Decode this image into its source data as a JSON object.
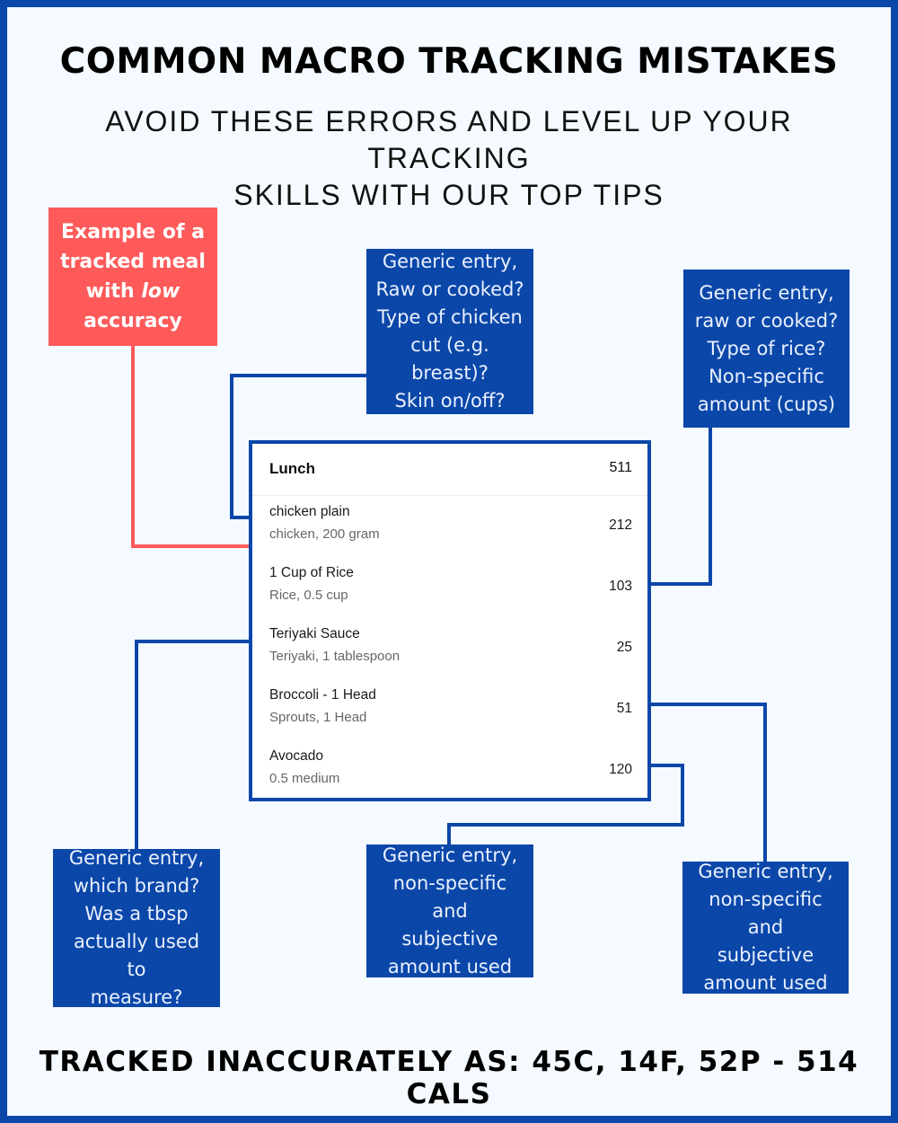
{
  "header": {
    "title": "COMMON MACRO TRACKING MISTAKES",
    "subtitle_line1": "AVOID THESE ERRORS AND LEVEL UP YOUR TRACKING",
    "subtitle_line2": "SKILLS WITH OUR TOP TIPS"
  },
  "label_box": {
    "line1": "Example of a",
    "line2": "tracked meal",
    "line3_prefix": "with ",
    "line3_emphasis": "low",
    "line4": "accuracy"
  },
  "meal": {
    "title": "Lunch",
    "total": "511",
    "items": [
      {
        "name": "chicken plain",
        "detail": "chicken, 200 gram",
        "calories": "212"
      },
      {
        "name": "1 Cup of Rice",
        "detail": "Rice, 0.5 cup",
        "calories": "103"
      },
      {
        "name": "Teriyaki Sauce",
        "detail": "Teriyaki, 1 tablespoon",
        "calories": "25"
      },
      {
        "name": "Broccoli - 1 Head",
        "detail": "Sprouts, 1 Head",
        "calories": "51"
      },
      {
        "name": "Avocado",
        "detail": "0.5 medium",
        "calories": "120"
      }
    ]
  },
  "callouts": {
    "chicken": [
      "Generic entry,",
      "Raw or cooked?",
      "Type of chicken",
      "cut (e.g. breast)?",
      "Skin on/off?"
    ],
    "rice": [
      "Generic entry,",
      "raw or cooked?",
      "Type of rice?",
      "Non-specific",
      "amount (cups)"
    ],
    "teriyaki": [
      "Generic entry,",
      "which brand?",
      "Was a tbsp",
      "actually used to",
      "measure?"
    ],
    "avocado": [
      "Generic entry,",
      "non-specific and",
      "subjective",
      "amount used"
    ],
    "broccoli": [
      "Generic entry,",
      "non-specific and",
      "subjective",
      "amount used"
    ]
  },
  "footer": "TRACKED INACCURATELY AS: 45C, 14F, 52P - 514 CALS",
  "colors": {
    "border_blue": "#0b47a9",
    "callout_blue": "#0b47a9",
    "accent_red": "#fe5a5a",
    "background": "#f4faff"
  }
}
